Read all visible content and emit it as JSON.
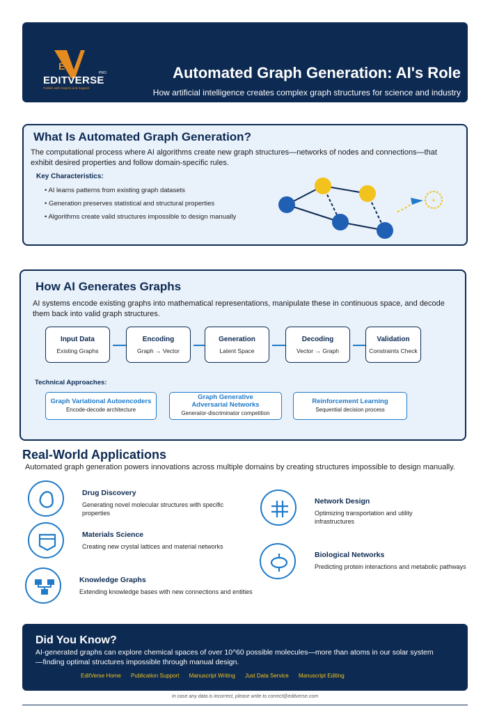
{
  "header": {
    "logo_name": "EDITVERSE",
    "logo_sup": "PRO",
    "logo_tag": "Publish with Experts and Support",
    "title": "Automated Graph Generation: AI's Role",
    "subtitle": "How artificial intelligence creates complex graph structures for science and industry"
  },
  "what": {
    "title": "What Is Automated Graph Generation?",
    "body": "The computational process where AI algorithms create new graph structures—networks of nodes and connections—that exhibit desired properties and follow domain-specific rules.",
    "key_title": "Key Characteristics:",
    "bullets": [
      "• AI learns patterns from existing graph datasets",
      "• Generation preserves statistical and structural properties",
      "• Algorithms create valid structures impossible to design manually"
    ],
    "plus_symbol": "+"
  },
  "how": {
    "title": "How AI Generates Graphs",
    "body": "AI systems encode existing graphs into mathematical representations, manipulate these in continuous space, and decode them back into valid graph structures.",
    "steps": [
      {
        "title": "Input Data",
        "sub": "Existing Graphs"
      },
      {
        "title": "Encoding",
        "sub": "Graph → Vector"
      },
      {
        "title": "Generation",
        "sub": "Latent Space"
      },
      {
        "title": "Decoding",
        "sub": "Vector → Graph"
      },
      {
        "title": "Validation",
        "sub": "Constraints Check"
      }
    ],
    "approaches_title": "Technical Approaches:",
    "approaches": [
      {
        "title": "Graph Variational Autoencoders",
        "sub": "Encode-decode architecture"
      },
      {
        "title": "Graph Generative Adversarial Networks",
        "sub": "Generator-discriminator competition"
      },
      {
        "title": "Reinforcement Learning",
        "sub": "Sequential decision process"
      }
    ]
  },
  "apps": {
    "title": "Real-World Applications",
    "body": "Automated graph generation powers innovations across multiple domains by creating structures impossible to design manually.",
    "items": [
      {
        "title": "Drug Discovery",
        "desc": "Generating novel molecular structures with specific properties",
        "icon": "molecule-icon"
      },
      {
        "title": "Materials Science",
        "desc": "Creating new crystal lattices and material networks",
        "icon": "crystal-icon"
      },
      {
        "title": "Knowledge Graphs",
        "desc": "Extending knowledge bases with new connections and entities",
        "icon": "hierarchy-icon"
      },
      {
        "title": "Network Design",
        "desc": "Optimizing transportation and utility infrastructures",
        "icon": "grid-icon"
      },
      {
        "title": "Biological Networks",
        "desc": "Predicting protein interactions and metabolic pathways",
        "icon": "cell-icon"
      }
    ]
  },
  "dyk": {
    "title": "Did You Know?",
    "body": "AI-generated graphs can explore chemical spaces of over 10^60 possible molecules—more than atoms in our solar system—finding optimal structures impossible through manual design.",
    "links": [
      "EditVerse Home",
      "Publication Support",
      "Manuscript Writing",
      "Just Data Service",
      "Manuscript Editing"
    ]
  },
  "footer": "In case any data is incorrect, please write to correct@editverse.com",
  "colors": {
    "navy": "#0d2a52",
    "blue": "#1f7ac9",
    "node_blue": "#1f5fb4",
    "node_yellow": "#f2c31c",
    "orange": "#e58b1f"
  }
}
